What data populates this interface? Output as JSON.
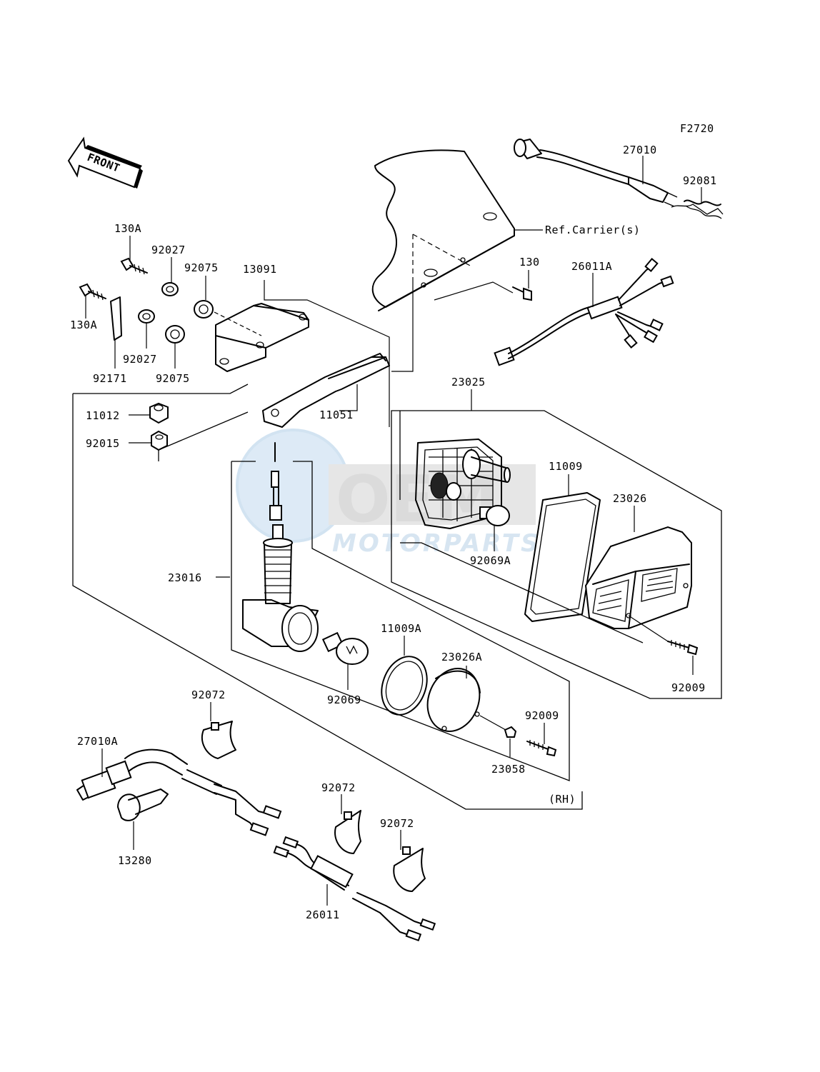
{
  "figure_code": "F2720",
  "front_arrow_text": "FRONT",
  "watermark": {
    "brand": "OEM",
    "sub": "MOTORPARTS"
  },
  "reference": "Ref.Carrier(s)",
  "side_note": "(RH)",
  "parts": {
    "p130A_top": "130A",
    "p130A_left": "130A",
    "p92027_top": "92027",
    "p92075_top": "92075",
    "p13091": "13091",
    "p92027_bottom": "92027",
    "p92075_bottom": "92075",
    "p92171": "92171",
    "p11012": "11012",
    "p92015": "92015",
    "p11051": "11051",
    "p27010": "27010",
    "p92081": "92081",
    "p130": "130",
    "p26011A": "26011A",
    "p23025": "23025",
    "p11009": "11009",
    "p23026": "23026",
    "p92069A": "92069A",
    "p92009_right": "92009",
    "p23016": "23016",
    "p11009A": "11009A",
    "p23026A": "23026A",
    "p92069": "92069",
    "p92009_mid": "92009",
    "p23058": "23058",
    "p92072_left": "92072",
    "p27010A": "27010A",
    "p13280": "13280",
    "p92072_mid": "92072",
    "p92072_right": "92072",
    "p26011": "26011"
  }
}
